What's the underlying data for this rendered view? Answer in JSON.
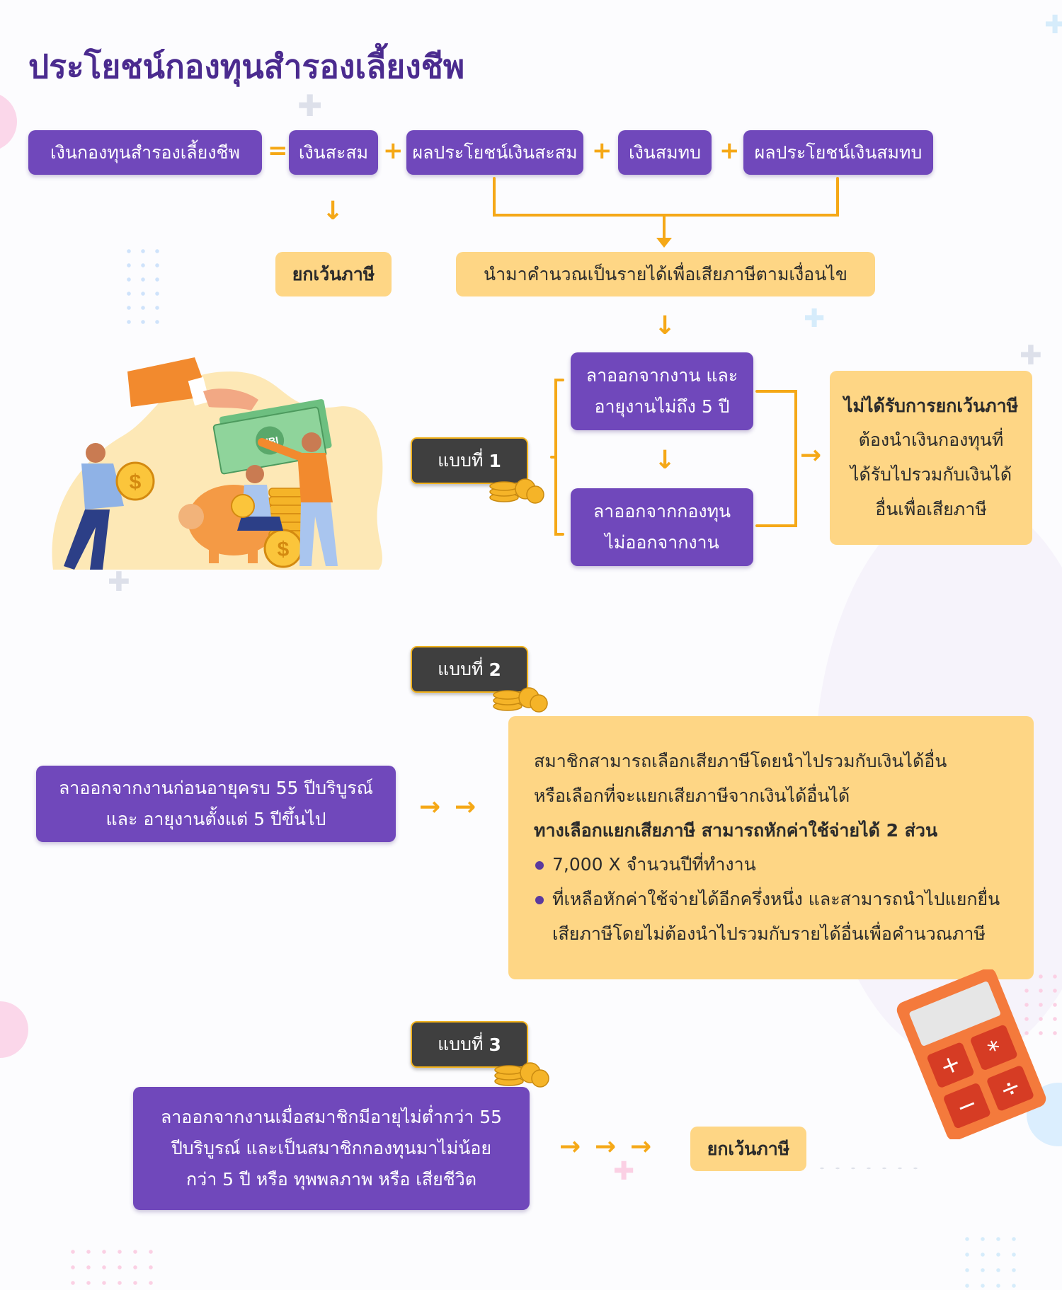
{
  "title": "ประโยชน์กองทุนสำรองเลี้ยงชีพ",
  "formula": {
    "total": "เงินกองทุนสำรองเลี้ยงชีพ",
    "equals": "=",
    "plus": "+",
    "item1": "เงินสะสม",
    "item2": "ผลประโยชน์เงินสะสม",
    "item3": "เงินสมทบ",
    "item4": "ผลประโยชน์เงินสมทบ"
  },
  "tax_exempt": "ยกเว้นภาษี",
  "taxable_condition": "นำมาคำนวณเป็นรายได้เพื่อเสียภาษีตามเงื่อนไข",
  "case_label": "แบบที่",
  "case1": {
    "number": "1",
    "condition_a_line1": "ลาออกจากงาน และ",
    "condition_a_line2": "อายุงานไม่ถึง 5 ปี",
    "condition_b_line1": "ลาออกจากกองทุน",
    "condition_b_line2": "ไม่ออกจากงาน",
    "result_title": "ไม่ได้รับการยกเว้นภาษี",
    "result_line1": "ต้องนำเงินกองทุนที่",
    "result_line2": "ได้รับไปรวมกับเงินได้",
    "result_line3": "อื่นเพื่อเสียภาษี"
  },
  "case2": {
    "number": "2",
    "condition_line1": "ลาออกจากงานก่อนอายุครบ 55 ปีบริบูรณ์",
    "condition_line2": "และ อายุงานตั้งแต่ 5 ปีขึ้นไป",
    "detail_line1": "สมาชิกสามารถเลือกเสียภาษีโดยนำไปรวมกับเงินได้อื่น",
    "detail_line2": "หรือเลือกที่จะแยกเสียภาษีจากเงินได้อื่นได้",
    "detail_bold": "ทางเลือกแยกเสียภาษี สามารถหักค่าใช้จ่ายได้ 2 ส่วน",
    "bullet1": "7,000 X จำนวนปีที่ทำงาน",
    "bullet2_line1": "ที่เหลือหักค่าใช้จ่ายได้อีกครึ่งหนึ่ง และสามารถนำไปแยกยื่น",
    "bullet2_line2": "เสียภาษีโดยไม่ต้องนำไปรวมกับรายได้อื่นเพื่อคำนวณภาษี"
  },
  "case3": {
    "number": "3",
    "condition_line1": "ลาออกจากงานเมื่อสมาชิกมีอายุไม่ต่ำกว่า 55",
    "condition_line2": "ปีบริบูรณ์ และเป็นสมาชิกกองทุนมาไม่น้อย",
    "condition_line3": "กว่า 5 ปี หรือ ทุพพลภาพ หรือ เสียชีวิต",
    "result": "ยกเว้นภาษี"
  },
  "illustration": {
    "banknote_text": "UBI",
    "coin_symbol": "$"
  },
  "calculator_keys": [
    "+",
    "*",
    "−",
    "÷"
  ],
  "colors": {
    "purple": "#7048bb",
    "yellow": "#fed685",
    "accent": "#f5a817",
    "dark": "#3f3f3f",
    "title": "#4b2b8f"
  }
}
